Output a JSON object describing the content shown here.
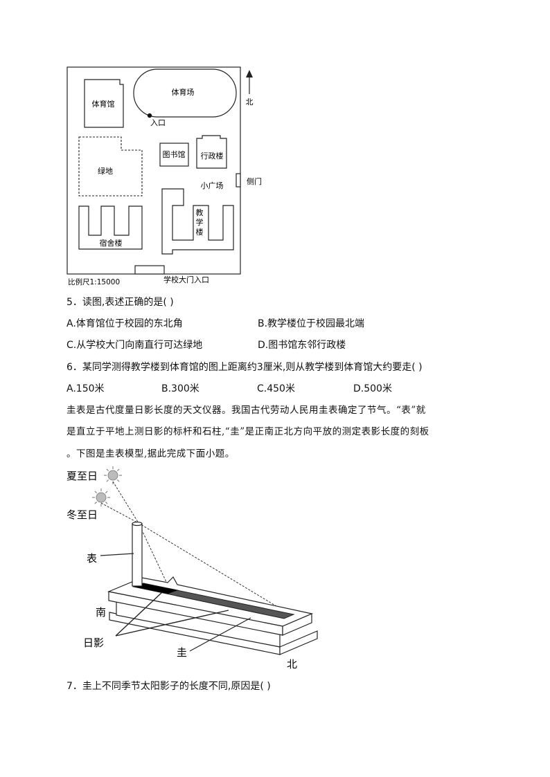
{
  "map": {
    "labels": {
      "gym": "体育馆",
      "stadium": "体育场",
      "entrance": "入口",
      "north": "北",
      "green": "绿地",
      "library": "图书馆",
      "admin": "行政楼",
      "side_gate": "侧门",
      "plaza": "小广场",
      "teaching_1": "教",
      "teaching_2": "学",
      "teaching_3": "楼",
      "dorm": "宿舍楼",
      "scale": "比例尺1:15000",
      "main_gate": "学校大门入口"
    }
  },
  "q5": {
    "stem": "5．读图,表述正确的是(  )",
    "options": [
      "A.体育馆位于校园的东北角",
      "B.教学楼位于校园最北端",
      "C.从学校大门向南直行可达绿地",
      "D.图书馆东邻行政楼"
    ]
  },
  "q6": {
    "stem": "6．某同学测得教学楼到体育馆的图上距离约3厘米,则从教学楼到体育馆大约要走(  )",
    "options": [
      "A.150米",
      "B.300米",
      "C.450米",
      "D.500米"
    ]
  },
  "passage": {
    "lines": [
      "圭表是古代度量日影长度的天文仪器。我国古代劳动人民用圭表确定了节气。“表”就",
      "是直立于平地上测日影的标杆和石柱,“圭”是正南正北方向平放的测定表影长度的刻板",
      "。下图是圭表模型,据此完成下面小题。"
    ]
  },
  "guibiao": {
    "labels": {
      "summer": "夏至日",
      "winter": "冬至日",
      "biao": "表",
      "south": "南",
      "shadow": "日影",
      "gui": "圭",
      "north": "北"
    }
  },
  "q7": {
    "stem": "7．圭上不同季节太阳影子的长度不同,原因是(  )"
  }
}
